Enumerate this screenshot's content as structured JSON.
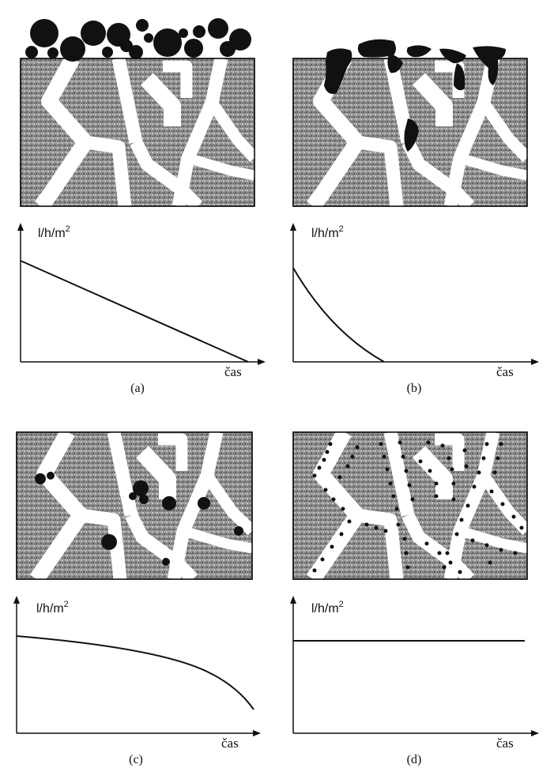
{
  "panels": [
    {
      "id": "a",
      "caption": "(a)",
      "y_label": "l/h/m",
      "y_label_sup": "2",
      "x_label": "čas",
      "curve": "linear-decline"
    },
    {
      "id": "b",
      "caption": "(b)",
      "y_label": "l/h/m",
      "y_label_sup": "2",
      "x_label": "čas",
      "curve": "rapid-decay"
    },
    {
      "id": "c",
      "caption": "(c)",
      "y_label": "l/h/m",
      "y_label_sup": "2",
      "x_label": "čas",
      "curve": "accelerating-decline"
    },
    {
      "id": "d",
      "caption": "(d)",
      "y_label": "l/h/m",
      "y_label_sup": "2",
      "x_label": "čas",
      "curve": "constant"
    }
  ],
  "colors": {
    "ink": "#111111",
    "membrane": "#8f8f8f",
    "pore": "#ffffff"
  }
}
